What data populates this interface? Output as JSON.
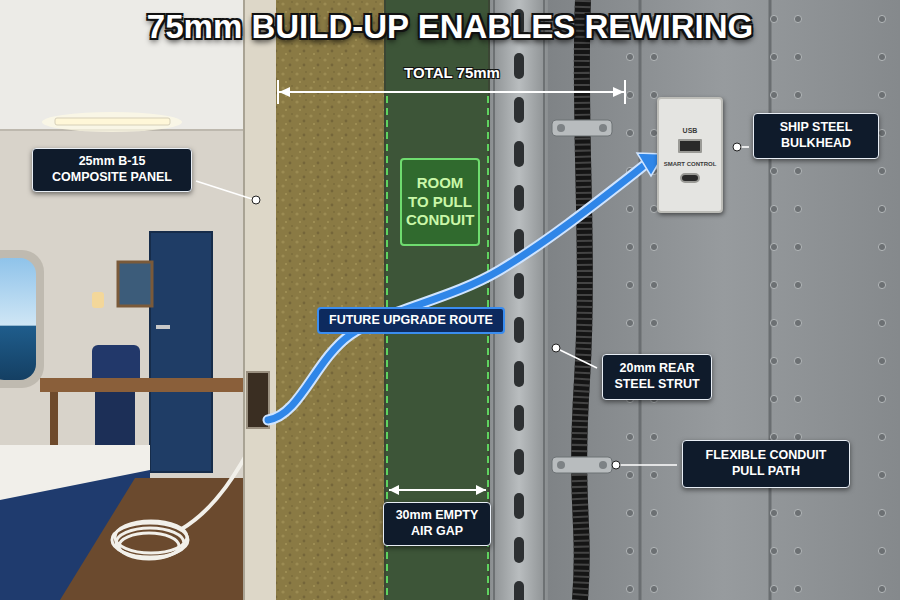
{
  "diagram": {
    "title": "75mm BUILD-UP ENABLES REWIRING",
    "nodes": [
      {
        "text": [
          "25mm B-15 COMPOSITE PANEL"
        ]
      },
      {
        "text": [
          "ROOM TO PULL CONDUIT"
        ]
      },
      {
        "text": [
          "FUTURE UPGRADE ROUTE"
        ]
      },
      {
        "text": [
          "30mm EMPTY AIR GAP"
        ]
      },
      {
        "text": [
          "USB",
          "SMART CONTROL"
        ]
      },
      {
        "text": [
          "SHIP STEEL BULKHEAD"
        ]
      },
      {
        "text": [
          "20mm REAR STEEL STRUT"
        ]
      },
      {
        "text": [
          "FLEXIBLE CONDUIT PULL PATH"
        ]
      }
    ],
    "labels": [
      "TOTAL 75mm"
    ]
  }
}
